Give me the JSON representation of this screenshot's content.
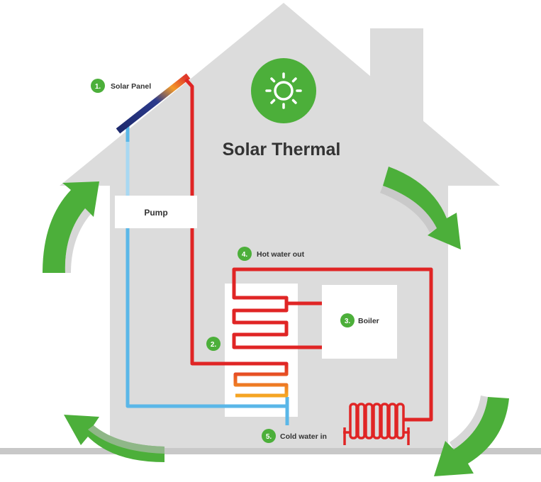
{
  "title": "Solar Thermal",
  "labels": {
    "solar_panel": {
      "num": "1.",
      "text": "Solar Panel"
    },
    "coil": {
      "num": "2."
    },
    "boiler": {
      "num": "3.",
      "text": "Boiler"
    },
    "hot_water_out": {
      "num": "4.",
      "text": "Hot water out"
    },
    "cold_water_in": {
      "num": "5.",
      "text": "Cold water in"
    },
    "pump": {
      "text": "Pump"
    }
  },
  "icons": {
    "sun": "sun-icon",
    "radiator": "radiator-icon",
    "arrows": "circular-arrow-icon"
  },
  "colors": {
    "house": "#dcdcdc",
    "house_edge": "#cfcfcf",
    "ground": "#c8c8c8",
    "accent_green": "#4caf3a",
    "hot_red": "#e02525",
    "cold_blue": "#5ab7e8",
    "panel_navy": "#1e2a6e",
    "panel_orange": "#f39a2a",
    "label_text": "#333333"
  }
}
